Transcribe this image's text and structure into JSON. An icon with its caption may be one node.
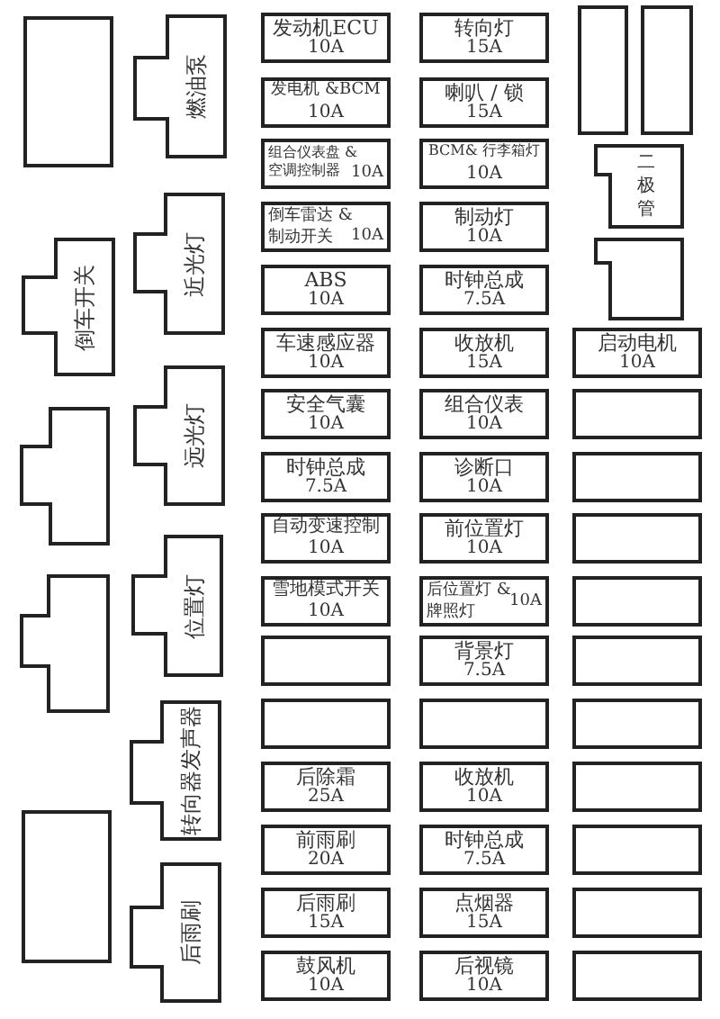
{
  "diagram": {
    "nodes": [
      {
        "text": [],
        "shape": "box"
      },
      {
        "text": [
          "燃油泵"
        ]
      },
      {
        "text": [
          "倒车开关"
        ]
      },
      {
        "text": [
          "近光灯"
        ]
      },
      {
        "text": [],
        "shape": "polygon"
      },
      {
        "text": [
          "远光灯"
        ]
      },
      {
        "text": [],
        "shape": "polygon"
      },
      {
        "text": [
          "位置灯"
        ]
      },
      {
        "text": [
          "转向器发声器"
        ]
      },
      {
        "text": [],
        "shape": "box"
      },
      {
        "text": [
          "后雨刷"
        ]
      },
      {
        "text": [
          "发动机ECU",
          "10A"
        ]
      },
      {
        "text": [
          "发电机 &BCM",
          "10A"
        ]
      },
      {
        "text": [
          "组合仪表盘 & 空调控制器",
          "10A"
        ]
      },
      {
        "text": [
          "倒车雷达 & 制动开关",
          "10A"
        ]
      },
      {
        "text": [
          "ABS",
          "10A"
        ]
      },
      {
        "text": [
          "车速感应器",
          "10A"
        ]
      },
      {
        "text": [
          "安全气囊",
          "10A"
        ]
      },
      {
        "text": [
          "时钟总成",
          "7.5A"
        ]
      },
      {
        "text": [
          "自动变速控制",
          "10A"
        ]
      },
      {
        "text": [
          "雪地模式开关",
          "10A"
        ]
      },
      {
        "text": [],
        "shape": "box"
      },
      {
        "text": [],
        "shape": "box"
      },
      {
        "text": [
          "后除霜",
          "25A"
        ]
      },
      {
        "text": [
          "前雨刷",
          "20A"
        ]
      },
      {
        "text": [
          "后雨刷",
          "15A"
        ]
      },
      {
        "text": [
          "鼓风机",
          "10A"
        ]
      },
      {
        "text": [
          "转向灯",
          "15A"
        ]
      },
      {
        "text": [
          "喇叭 / 锁",
          "15A"
        ]
      },
      {
        "text": [
          "BCM& 行李箱灯",
          "10A"
        ]
      },
      {
        "text": [
          "制动灯",
          "10A"
        ]
      },
      {
        "text": [
          "时钟总成",
          "7.5A"
        ]
      },
      {
        "text": [
          "收放机",
          "15A"
        ]
      },
      {
        "text": [
          "组合仪表",
          "10A"
        ]
      },
      {
        "text": [
          "诊断口",
          "10A"
        ]
      },
      {
        "text": [
          "前位置灯",
          "10A"
        ]
      },
      {
        "text": [
          "后位置灯 & 牌照灯",
          "10A"
        ]
      },
      {
        "text": [
          "背景灯",
          "7.5A"
        ]
      },
      {
        "text": [],
        "shape": "box"
      },
      {
        "text": [
          "收放机",
          "10A"
        ]
      },
      {
        "text": [
          "时钟总成",
          "7.5A"
        ]
      },
      {
        "text": [
          "点烟器",
          "15A"
        ]
      },
      {
        "text": [
          "后视镜",
          "10A"
        ]
      },
      {
        "text": [],
        "shape": "box"
      },
      {
        "text": [],
        "shape": "box"
      },
      {
        "text": [
          "二极管"
        ]
      },
      {
        "text": [],
        "shape": "polygon"
      },
      {
        "text": [
          "启动电机",
          "10A"
        ]
      },
      {
        "text": [],
        "shape": "box"
      },
      {
        "text": [],
        "shape": "box"
      },
      {
        "text": [],
        "shape": "box"
      },
      {
        "text": [],
        "shape": "box"
      },
      {
        "text": [],
        "shape": "box"
      },
      {
        "text": [],
        "shape": "box"
      },
      {
        "text": [],
        "shape": "box"
      },
      {
        "text": [],
        "shape": "box"
      },
      {
        "text": [],
        "shape": "box"
      },
      {
        "text": [],
        "shape": "box"
      }
    ]
  }
}
